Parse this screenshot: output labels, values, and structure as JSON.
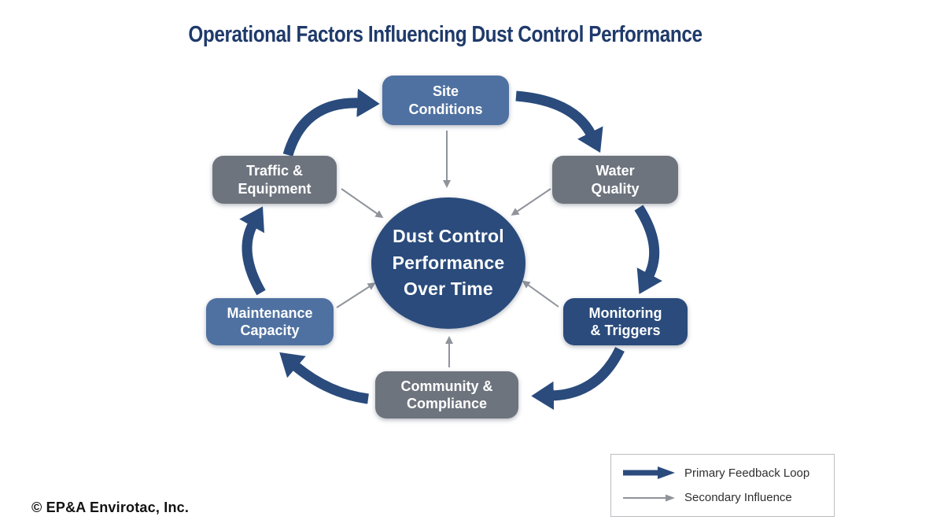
{
  "title": "Operational Factors Influencing Dust Control Performance",
  "center": {
    "label": "Dust Control\nPerformance\nOver Time"
  },
  "nodes": [
    {
      "id": "site-conditions",
      "label": "Site\nConditions",
      "color_role": "steel"
    },
    {
      "id": "water-quality",
      "label": "Water\nQuality",
      "color_role": "gray"
    },
    {
      "id": "monitoring-triggers",
      "label": "Monitoring\n& Triggers",
      "color_role": "navy"
    },
    {
      "id": "community-compliance",
      "label": "Community &\nCompliance",
      "color_role": "gray"
    },
    {
      "id": "maintenance-capacity",
      "label": "Maintenance\nCapacity",
      "color_role": "steel"
    },
    {
      "id": "traffic-equipment",
      "label": "Traffic &\nEquipment",
      "color_role": "gray"
    }
  ],
  "legend": {
    "items": [
      {
        "icon": "primary-feedback-arrow-icon",
        "label": "Primary Feedback Loop"
      },
      {
        "icon": "secondary-influence-arrow-icon",
        "label": "Secondary Influence"
      }
    ]
  },
  "copyright": "© EP&A Envirotac, Inc.",
  "colors": {
    "background": "#ffffff",
    "title_navy": "#1f3a6b",
    "navy": "#2a4b7c",
    "steel_blue": "#4f71a1",
    "node_gray": "#6e747e",
    "arrow_gray": "#8f939a",
    "legend_text": "#2f2f2f"
  }
}
